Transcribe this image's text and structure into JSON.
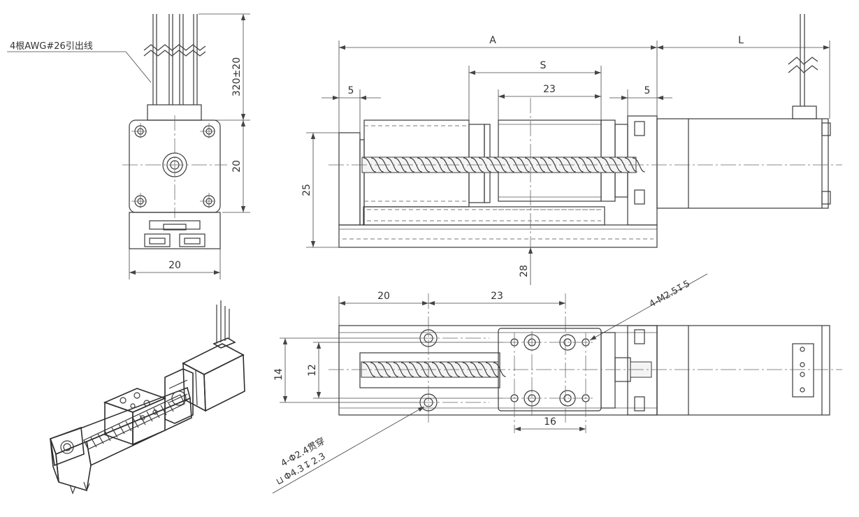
{
  "front_view": {
    "wire_note": "4根AWG#26引出线",
    "lead_length": "320±20",
    "motor_height": "20",
    "base_width": "20"
  },
  "side_view": {
    "overall_length_label": "A",
    "motor_length_label": "L",
    "stroke_label": "S",
    "slider_length": "23",
    "left_margin": "5",
    "right_margin": "5",
    "height": "25",
    "center_height": "28"
  },
  "top_view": {
    "hole_offset": "20",
    "hole_spacing": "23",
    "width_outer": "14",
    "width_inner": "12",
    "slider_hole_spacing": "16",
    "thread_note": "4-M2.5",
    "thread_depth": "5",
    "through_hole_note": "4-Φ2.4贯穿",
    "counterbore_note": "Φ4.3",
    "counterbore_depth": "2.3"
  }
}
